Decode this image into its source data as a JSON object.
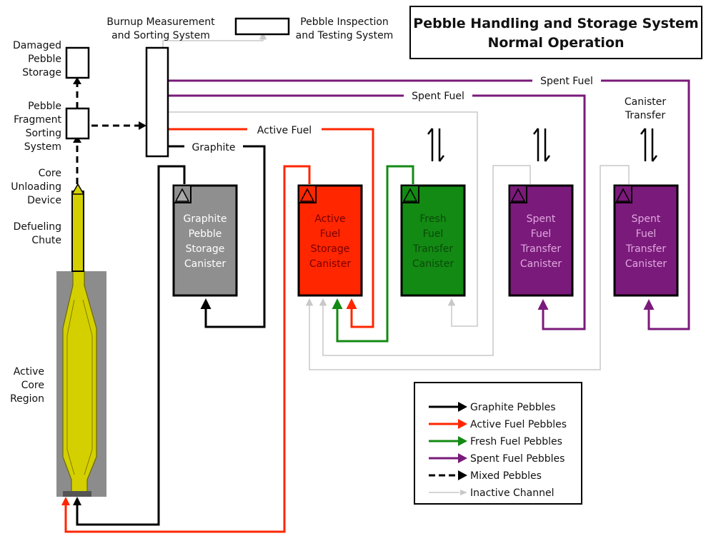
{
  "title": {
    "line1": "Pebble Handling and Storage System",
    "line2": "Normal Operation"
  },
  "labels": {
    "burnup_1": "Burnup Measurement",
    "burnup_2": "and Sorting System",
    "inspect_1": "Pebble Inspection",
    "inspect_2": "and Testing System",
    "damaged_1": "Damaged",
    "damaged_2": "Pebble",
    "damaged_3": "Storage",
    "fragment_1": "Pebble",
    "fragment_2": "Fragment",
    "fragment_3": "Sorting",
    "fragment_4": "System",
    "core_unload_1": "Core",
    "core_unload_2": "Unloading",
    "core_unload_3": "Device",
    "defuel_1": "Defueling",
    "defuel_2": "Chute",
    "active_core_1": "Active",
    "active_core_2": "Core",
    "active_core_3": "Region",
    "graphite_line": "Graphite",
    "active_fuel_line": "Active Fuel",
    "spent_fuel_line_upper": "Spent Fuel",
    "spent_fuel_line_lower": "Spent Fuel",
    "canister_transfer_1": "Canister",
    "canister_transfer_2": "Transfer"
  },
  "canisters": [
    {
      "lines": [
        "Graphite",
        "Pebble",
        "Storage",
        "Canister"
      ],
      "fill": "#8f8f8f",
      "text_color": "#ffffff"
    },
    {
      "lines": [
        "Active",
        "Fuel",
        "Storage",
        "Canister"
      ],
      "fill": "#ff2600",
      "text_color": "#7a0000"
    },
    {
      "lines": [
        "Fresh",
        "Fuel",
        "Transfer",
        "Canister"
      ],
      "fill": "#138a13",
      "text_color": "#0a4a0a"
    },
    {
      "lines": [
        "Spent",
        "Fuel",
        "Transfer",
        "Canister"
      ],
      "fill": "#7a1a7a",
      "text_color": "#e0a8e0"
    },
    {
      "lines": [
        "Spent",
        "Fuel",
        "Transfer",
        "Canister"
      ],
      "fill": "#7a1a7a",
      "text_color": "#e0a8e0"
    }
  ],
  "legend": [
    {
      "label": "Graphite Pebbles",
      "color": "#000000",
      "style": "solid"
    },
    {
      "label": "Active Fuel Pebbles",
      "color": "#ff2600",
      "style": "solid"
    },
    {
      "label": "Fresh Fuel Pebbles",
      "color": "#138a13",
      "style": "solid"
    },
    {
      "label": "Spent Fuel Pebbles",
      "color": "#7a1a7a",
      "style": "solid"
    },
    {
      "label": "Mixed Pebbles",
      "color": "#000000",
      "style": "dashed"
    },
    {
      "label": "Inactive Channel",
      "color": "#c8c8c8",
      "style": "thin"
    }
  ],
  "colors": {
    "graphite": "#000000",
    "active": "#ff2600",
    "fresh": "#138a13",
    "spent": "#7a1a7a",
    "inactive": "#c8c8c8",
    "core_bg": "#8c8c8c",
    "core_fuel": "#d4d000"
  }
}
